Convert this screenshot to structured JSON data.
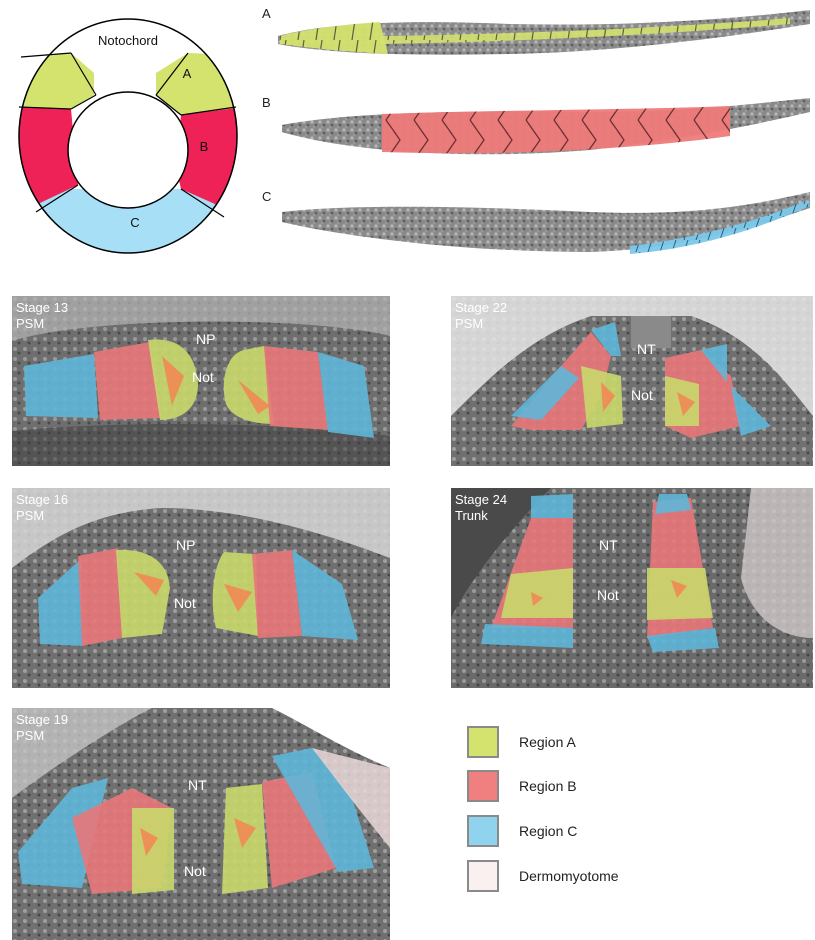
{
  "schematic": {
    "notochord_label": "Notochord",
    "region_a_label": "A",
    "region_b_label": "B",
    "region_c_label": "C"
  },
  "embryo_views": [
    {
      "label": "A",
      "region": "A"
    },
    {
      "label": "B",
      "region": "B"
    },
    {
      "label": "C",
      "region": "C"
    }
  ],
  "panels": {
    "stage13": {
      "stage": "Stage 13",
      "tissue": "PSM",
      "labels": [
        "NP",
        "Not"
      ]
    },
    "stage22": {
      "stage": "Stage 22",
      "tissue": "PSM",
      "labels": [
        "NT",
        "Not"
      ]
    },
    "stage16": {
      "stage": "Stage 16",
      "tissue": "PSM",
      "labels": [
        "NP",
        "Not"
      ]
    },
    "stage24": {
      "stage": "Stage 24",
      "tissue": "Trunk",
      "labels": [
        "NT",
        "Not"
      ]
    },
    "stage19": {
      "stage": "Stage 19",
      "tissue": "PSM",
      "labels": [
        "NT",
        "Not"
      ]
    }
  },
  "legend": [
    {
      "label": "Region A",
      "color": "#d4e26e"
    },
    {
      "label": "Region B",
      "color": "#f08080"
    },
    {
      "label": "Region C",
      "color": "#8fd3ee"
    },
    {
      "label": "Dermomyotome",
      "color": "#fbf0f0"
    }
  ],
  "colors": {
    "region_a": "#d4e26e",
    "region_b": "#ee2256",
    "region_c": "#a7dff7",
    "overlay_a": "#c9d86a",
    "overlay_b": "#e8777a",
    "overlay_c": "#5fb6d8",
    "overlay_orange": "#ef8a55",
    "overlay_dermo": "#e9d8d8"
  }
}
